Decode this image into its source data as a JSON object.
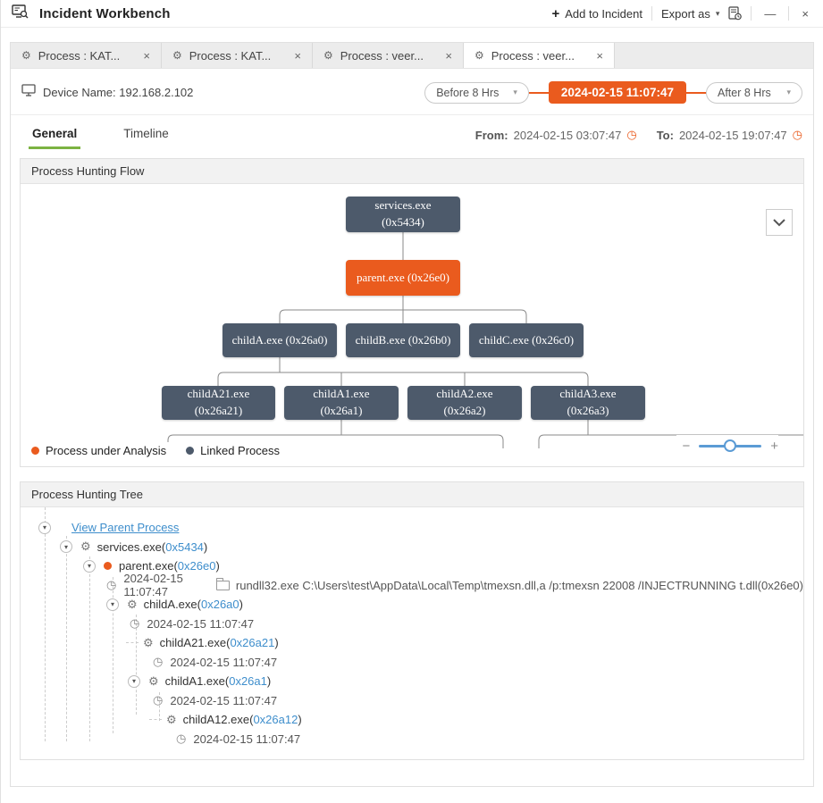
{
  "colors": {
    "accent_orange": "#ea5b1e",
    "node_slate": "#4d5a6b",
    "link_blue": "#3e8ecc",
    "active_tab_green": "#7cb342",
    "slider_blue": "#5b9bd5"
  },
  "icons": {
    "close": "×",
    "minimize": "—",
    "plus": "+",
    "minus": "−",
    "caret_down": "▾",
    "gear": "⚙",
    "clock": "◷"
  },
  "header": {
    "title": "Incident Workbench",
    "add_to_incident": "Add to Incident",
    "export_as": "Export as"
  },
  "workbench_tabs": [
    {
      "label": "Process : KAT..."
    },
    {
      "label": "Process : KAT..."
    },
    {
      "label": "Process : veer..."
    },
    {
      "label": "Process : veer..."
    }
  ],
  "device": {
    "label": "Device Name: 192.168.2.102"
  },
  "time": {
    "before": "Before 8 Hrs",
    "pivot": "2024-02-15 11:07:47",
    "after": "After 8 Hrs",
    "from_label": "From:",
    "from_value": "2024-02-15 03:07:47",
    "to_label": "To:",
    "to_value": "2024-02-15 19:07:47"
  },
  "view_tabs": {
    "general": "General",
    "timeline": "Timeline"
  },
  "flow": {
    "title": "Process Hunting Flow",
    "legend": [
      {
        "label": "Process under Analysis"
      },
      {
        "label": "Linked Process"
      }
    ],
    "nodes": [
      {
        "label": "services.exe\n(0x5434)",
        "type": "linked"
      },
      {
        "label": "parent.exe (0x26e0)",
        "type": "analysis"
      },
      {
        "label": "childA.exe (0x26a0)",
        "type": "linked"
      },
      {
        "label": "childB.exe (0x26b0)",
        "type": "linked"
      },
      {
        "label": "childC.exe (0x26c0)",
        "type": "linked"
      },
      {
        "label": "childA21.exe\n(0x26a21)",
        "type": "linked"
      },
      {
        "label": "childA1.exe\n(0x26a1)",
        "type": "linked"
      },
      {
        "label": "childA2.exe\n(0x26a2)",
        "type": "linked"
      },
      {
        "label": "childA3.exe\n(0x26a3)",
        "type": "linked"
      }
    ]
  },
  "tree": {
    "title": "Process Hunting Tree",
    "view_parent": "View Parent Process",
    "rows": [
      {
        "name": "services.exe",
        "pid": "0x5434"
      },
      {
        "name": "parent.exe",
        "pid": "0x26e0"
      },
      {
        "time": "2024-02-15 11:07:47",
        "command": "rundll32.exe C:\\Users\\test\\AppData\\Local\\Temp\\tmexsn.dll,a /p:tmexsn 22008 /INJECTRUNNING t.dll(0x26e0)"
      },
      {
        "name": "childA.exe",
        "pid": "0x26a0"
      },
      {
        "time": "2024-02-15 11:07:47"
      },
      {
        "name": "childA21.exe",
        "pid": "0x26a21"
      },
      {
        "time": "2024-02-15 11:07:47"
      },
      {
        "name": "childA1.exe",
        "pid": "0x26a1"
      },
      {
        "time": "2024-02-15 11:07:47"
      },
      {
        "name": "childA12.exe",
        "pid": "0x26a12"
      },
      {
        "time": "2024-02-15 11:07:47"
      }
    ]
  }
}
